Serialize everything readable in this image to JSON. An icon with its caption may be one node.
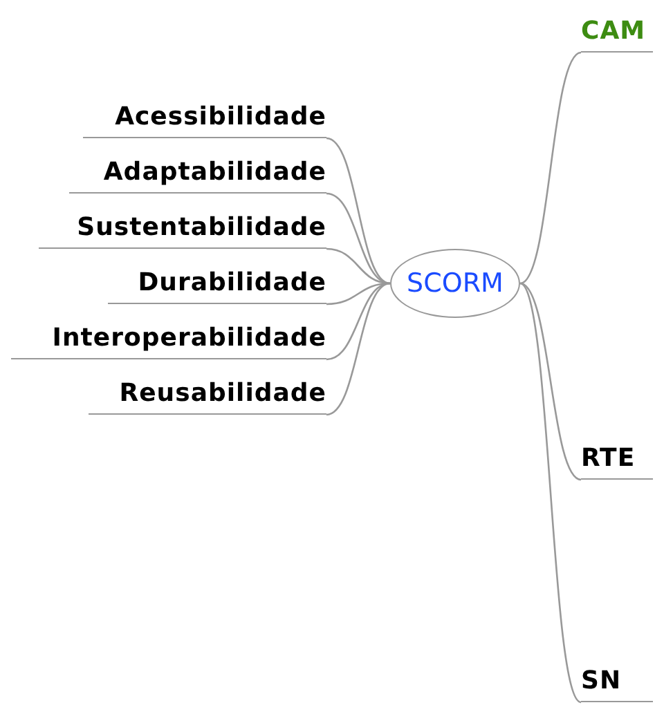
{
  "diagram": {
    "nodes": [
      {
        "text": [
          "SCORM"
        ]
      },
      {
        "text": [
          "CAM"
        ]
      },
      {
        "text": [
          "RTE"
        ]
      },
      {
        "text": [
          "SN"
        ]
      },
      {
        "text": [
          "Acessibilidade"
        ]
      },
      {
        "text": [
          "Adaptabilidade"
        ]
      },
      {
        "text": [
          "Sustentabilidade"
        ]
      },
      {
        "text": [
          "Durabilidade"
        ]
      },
      {
        "text": [
          "Interoperabilidade"
        ]
      },
      {
        "text": [
          "Reusabilidade"
        ]
      }
    ],
    "edges": [
      {
        "from": 0,
        "to": 1,
        "arrow": "none"
      },
      {
        "from": 0,
        "to": 2,
        "arrow": "none"
      },
      {
        "from": 0,
        "to": 3,
        "arrow": "none"
      },
      {
        "from": 0,
        "to": 4,
        "arrow": "none"
      },
      {
        "from": 0,
        "to": 5,
        "arrow": "none"
      },
      {
        "from": 0,
        "to": 6,
        "arrow": "none"
      },
      {
        "from": 0,
        "to": 7,
        "arrow": "none"
      },
      {
        "from": 0,
        "to": 8,
        "arrow": "none"
      },
      {
        "from": 0,
        "to": 9,
        "arrow": "none"
      }
    ]
  }
}
